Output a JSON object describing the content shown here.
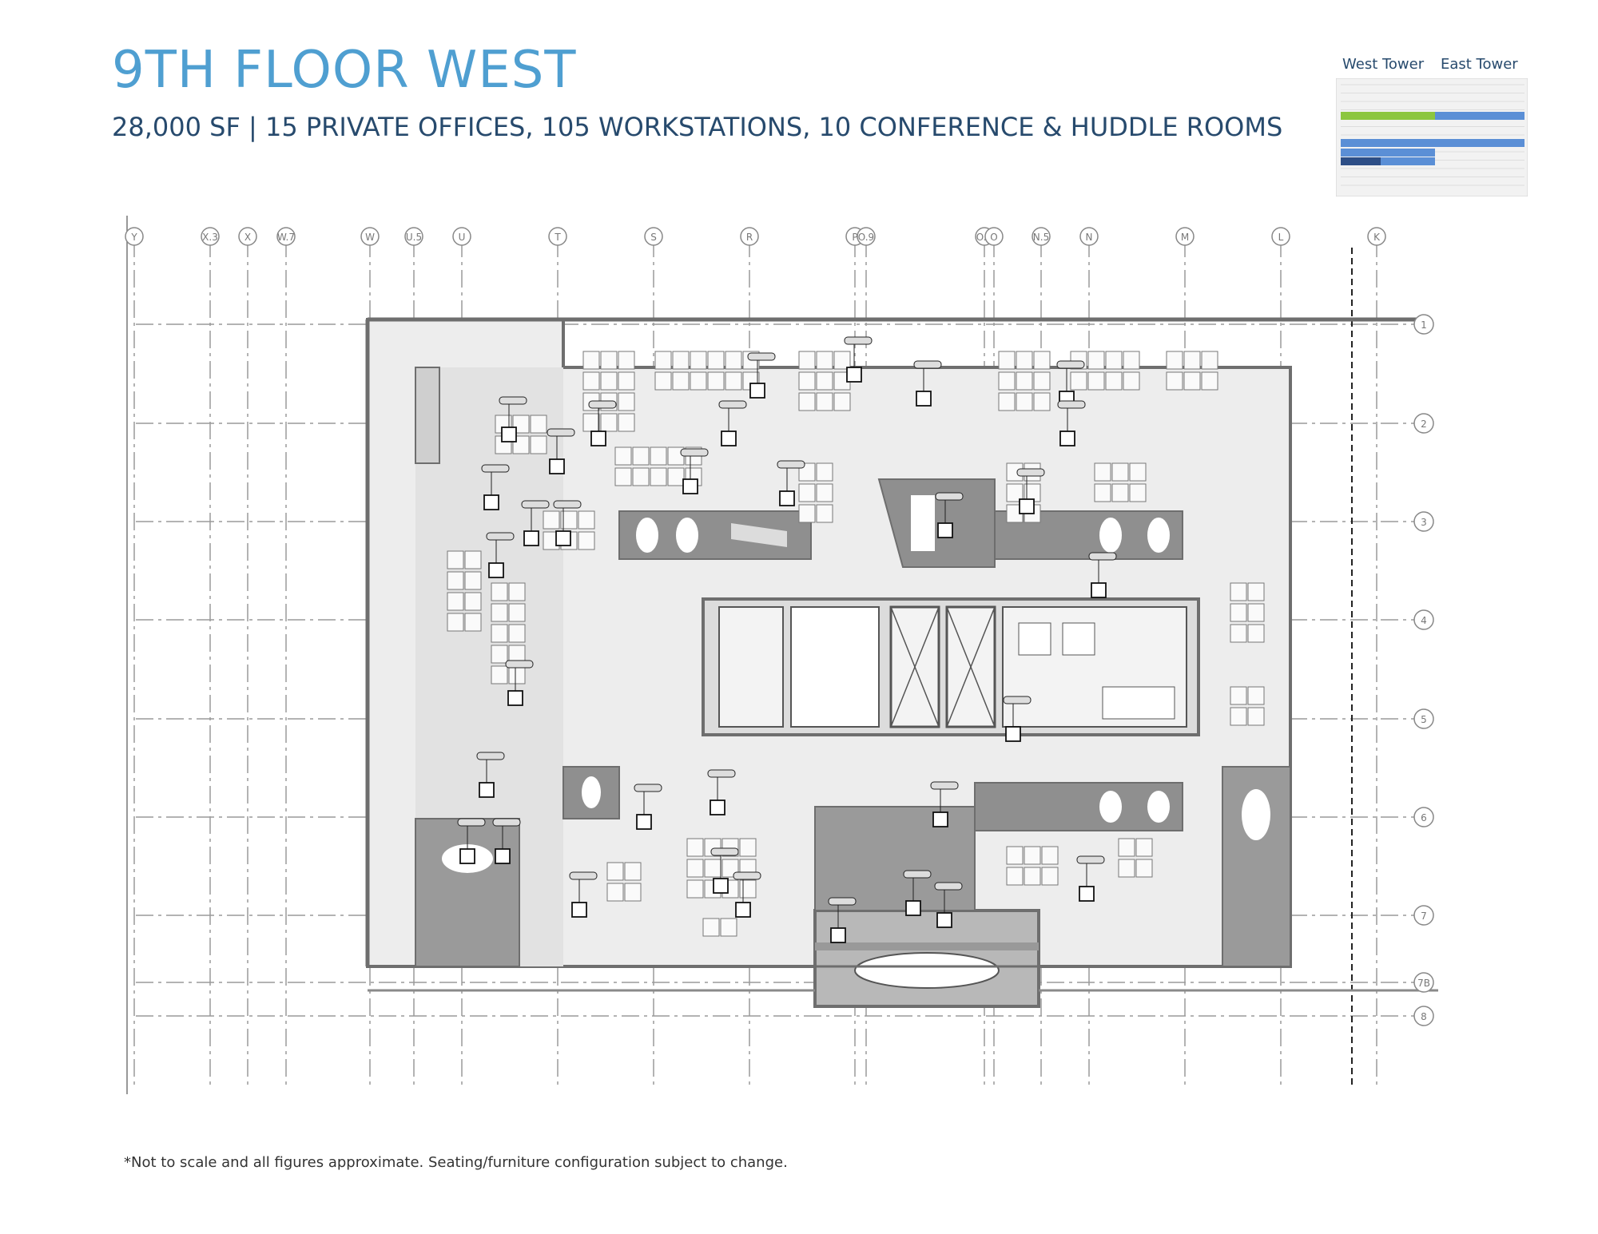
{
  "header": {
    "title": "9TH FLOOR WEST",
    "subtitle": "28,000 SF | 15 PRIVATE OFFICES, 105 WORKSTATIONS, 10 CONFERENCE & HUDDLE ROOMS"
  },
  "stacking_legend": {
    "west_label": "West Tower",
    "east_label": "East Tower",
    "colors": {
      "highlight_green": "#8cc63f",
      "tenant_blue": "#5b8fd6",
      "dark_blue": "#2d4e86"
    }
  },
  "plan": {
    "column_grid_labels": [
      "Y",
      "X.3",
      "X",
      "W.7",
      "W",
      "U.5",
      "U",
      "T",
      "S",
      "R",
      "P",
      "O.9",
      "O.1",
      "O",
      "N.5",
      "N",
      "M",
      "L",
      "K"
    ],
    "row_grid_labels": [
      "1",
      "2",
      "3",
      "4",
      "5",
      "6",
      "7",
      "7B",
      "8"
    ],
    "colors": {
      "core_gray": "#8f8f8f",
      "floor_light": "#e6e6e6",
      "wall": "#6e6e6e",
      "grid": "#9a9a9a"
    }
  },
  "footnote": "*Not to scale and all figures approximate. Seating/furniture configuration subject to change."
}
